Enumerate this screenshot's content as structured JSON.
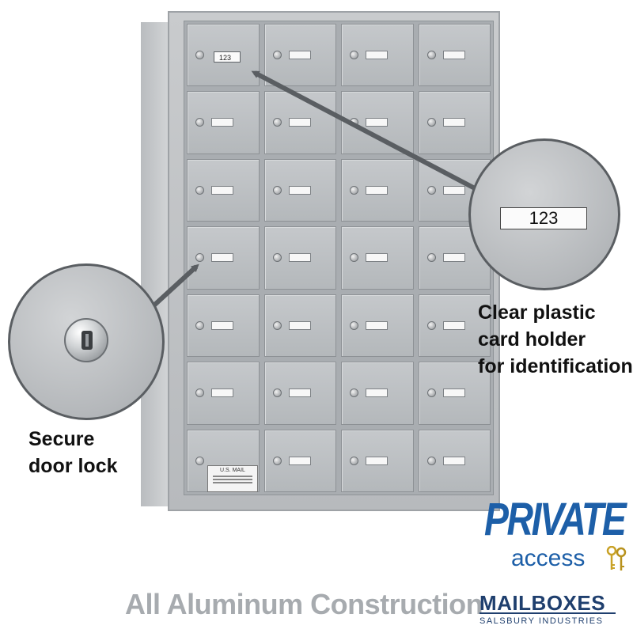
{
  "mailbox": {
    "rows": 7,
    "columns": 4,
    "sample_label": "123",
    "usps_plate": {
      "title": "U.S. MAIL"
    }
  },
  "callouts": {
    "lock": {
      "icon": "lock-icon",
      "caption_lines": [
        "Secure",
        "door lock"
      ]
    },
    "card_holder": {
      "label": "123",
      "caption_lines": [
        "Clear plastic",
        "card holder",
        "for identification"
      ]
    }
  },
  "tagline": "All Aluminum Construction",
  "badge": {
    "line1": "PRIVATE",
    "line2": "access",
    "icon": "keys-icon",
    "color": "#1d5fa8"
  },
  "brand": {
    "name": "MAILBOXES",
    "subtitle": "SALSBURY INDUSTRIES",
    "color": "#1f3f6e"
  },
  "colors": {
    "aluminum": "#b4b8bb",
    "callout_border": "#5a5e62",
    "arrow": "#5a5e62",
    "tagline": "#a7abaf"
  }
}
